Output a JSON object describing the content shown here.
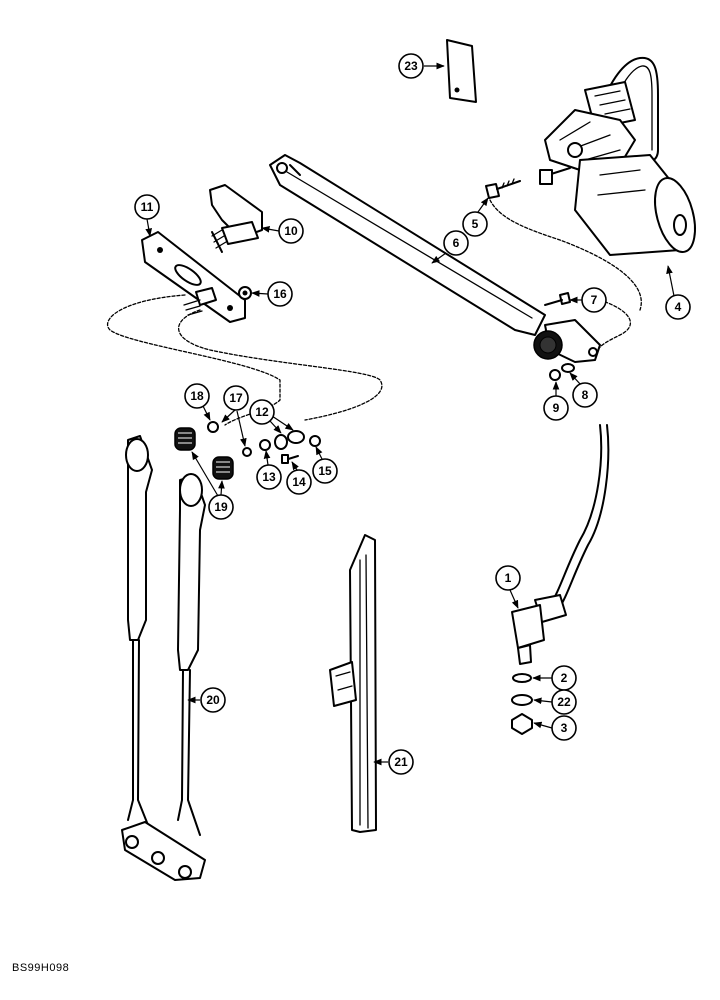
{
  "drawing_ref": "BS99H098",
  "callouts": [
    "1",
    "2",
    "3",
    "4",
    "5",
    "6",
    "7",
    "8",
    "9",
    "10",
    "11",
    "12",
    "13",
    "14",
    "15",
    "16",
    "17",
    "18",
    "19",
    "20",
    "21",
    "22",
    "23"
  ]
}
